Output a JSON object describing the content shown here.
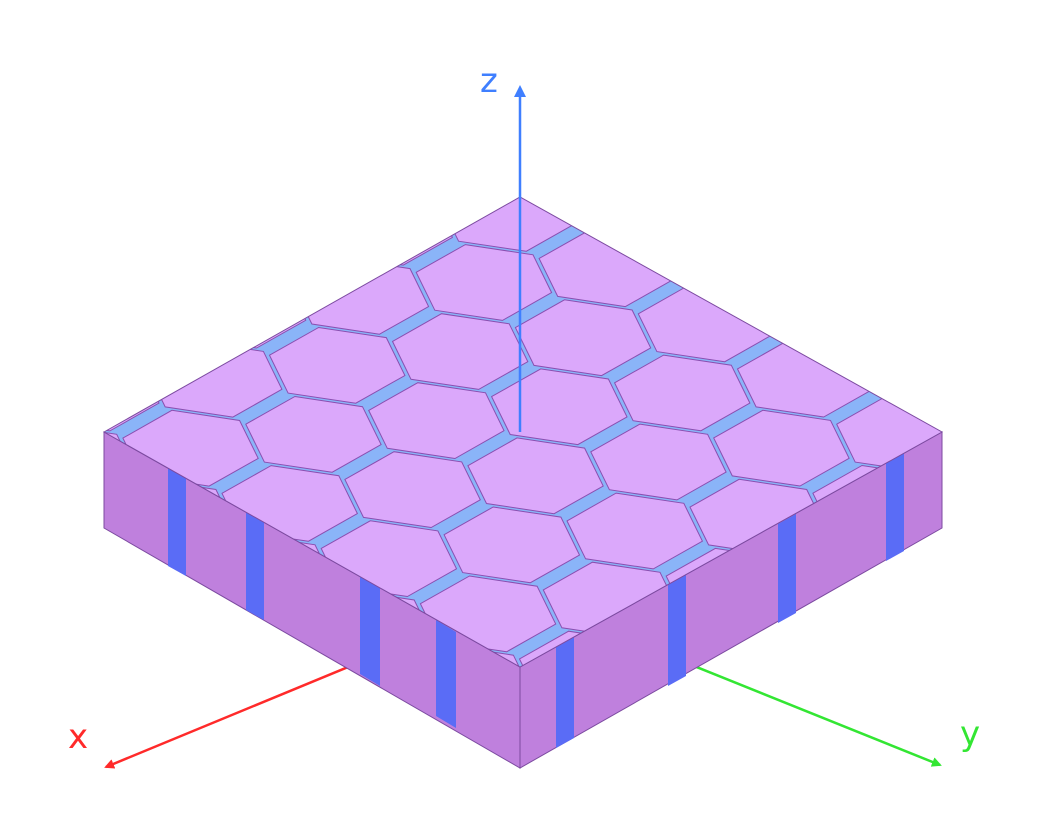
{
  "axes": {
    "x": {
      "label": "x",
      "color": "#ff2a2a"
    },
    "y": {
      "label": "y",
      "color": "#33e633"
    },
    "z": {
      "label": "z",
      "color": "#3f7fff"
    }
  },
  "lattice": {
    "pattern": "hexagonal",
    "cells": [
      [
        0,
        0
      ],
      [
        1,
        0
      ],
      [
        2,
        0
      ],
      [
        0,
        1
      ],
      [
        1,
        1
      ],
      [
        2,
        1
      ],
      [
        0,
        2
      ],
      [
        1,
        2
      ],
      [
        2,
        2
      ],
      [
        0,
        3
      ],
      [
        1,
        3
      ],
      [
        2,
        3
      ],
      [
        0,
        4
      ],
      [
        1,
        4
      ],
      [
        2,
        4
      ]
    ]
  },
  "colors": {
    "cell_top": "#dba8fb",
    "cell_side": "#bf80dd",
    "cell_edge": "#8a4fb0",
    "wall_top": "#8ab4f8",
    "wall_side": "#5a6cf6"
  }
}
